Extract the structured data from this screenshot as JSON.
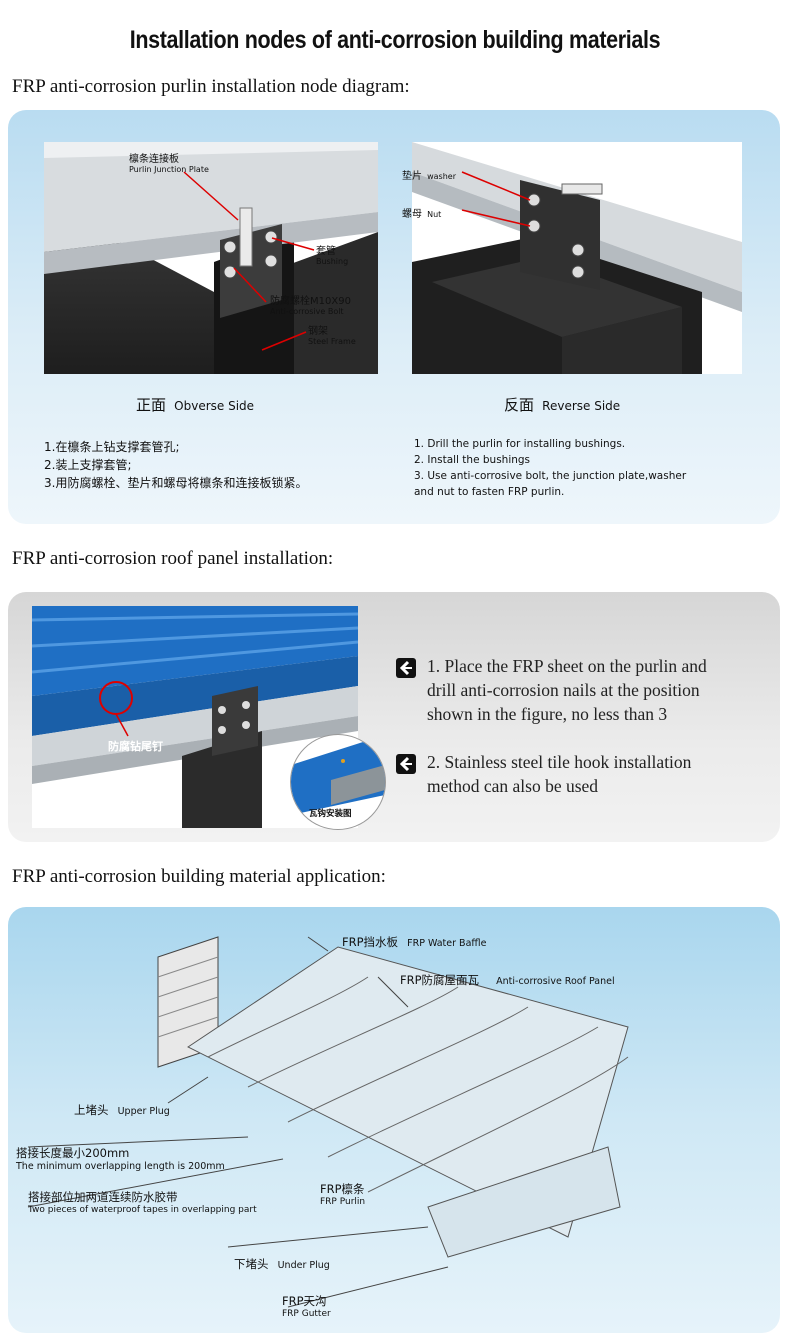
{
  "title": "Installation nodes of anti-corrosion building materials",
  "sections": {
    "purlin": "FRP anti-corrosion purlin installation node diagram:",
    "roof": "FRP anti-corrosion roof panel installation:",
    "app": "FRP anti-corrosion building material application:"
  },
  "purlin": {
    "obverse": {
      "labels": [
        {
          "cn": "檩条连接板",
          "en": "Purlin Junction Plate"
        },
        {
          "cn": "套管",
          "en": "Bushing"
        },
        {
          "cn": "防腐螺栓M10X90",
          "en": "Anti-corrosive Bolt"
        },
        {
          "cn": "钢架",
          "en": "Steel Frame"
        }
      ],
      "caption_cn": "正面",
      "caption_en": "Obverse Side",
      "steps": [
        "1.在檩条上钻支撑套管孔;",
        "2.装上支撑套管;",
        "3.用防腐螺栓、垫片和螺母将檩条和连接板锁紧。"
      ]
    },
    "reverse": {
      "labels": [
        {
          "cn": "垫片",
          "en": "washer"
        },
        {
          "cn": "螺母",
          "en": "Nut"
        }
      ],
      "caption_cn": "反面",
      "caption_en": "Reverse Side",
      "steps": [
        "1. Drill the purlin for installing bushings.",
        "2. Install the bushings",
        "3. Use anti-corrosive bolt, the junction plate,washer",
        "and nut to fasten FRP purlin."
      ]
    }
  },
  "roof": {
    "nail_label": "防腐钻尾钉",
    "hook_label": "瓦钩安装图",
    "points": [
      [
        "1. Place the FRP sheet on the purlin and",
        "drill anti-corrosion nails at the position",
        "shown in the figure, no less than 3"
      ],
      [
        "2. Stainless steel tile hook installation",
        "method can also be used"
      ]
    ],
    "colors": {
      "sheet": "#1f6fc4",
      "sheet_light": "#4f98e0",
      "badge": "#111111"
    }
  },
  "app": {
    "labels": [
      {
        "cn": "FRP挡水板",
        "en": "FRP Water Baffle"
      },
      {
        "cn": "FRP防腐屋面瓦",
        "en": "Anti-corrosive Roof Panel"
      },
      {
        "cn": "上堵头",
        "en": "Upper Plug"
      },
      {
        "cn": "搭接长度最小200mm",
        "en": "The minimum overlapping length is 200mm"
      },
      {
        "cn": "搭接部位加两道连续防水胶带",
        "en": "Two pieces of waterproof tapes in overlapping part"
      },
      {
        "cn": "FRP檩条",
        "en": "FRP Purlin"
      },
      {
        "cn": "下堵头",
        "en": "Under Plug"
      },
      {
        "cn": "FRP天沟",
        "en": "FRP Gutter"
      }
    ]
  }
}
